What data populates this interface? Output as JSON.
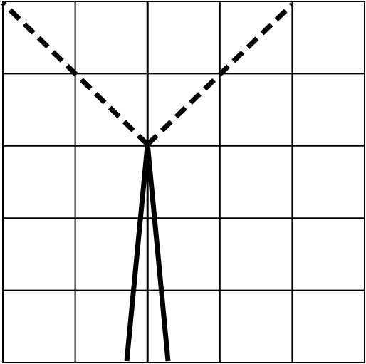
{
  "diagram": {
    "grid": {
      "columns": 5,
      "rows": 5,
      "line_color": "#000000"
    },
    "strokes": {
      "solid_color": "#000000",
      "dashed_color": "#000000"
    },
    "rays": {
      "dashed_count": 2,
      "solid_count": 2
    }
  }
}
